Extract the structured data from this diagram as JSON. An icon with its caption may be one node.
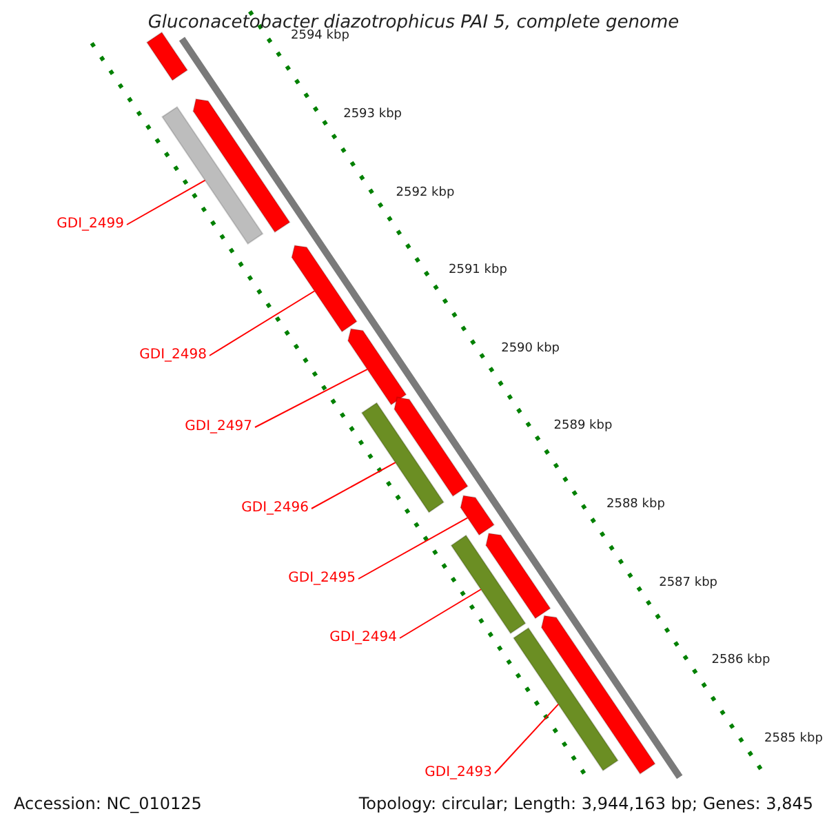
{
  "diagram": {
    "title": "Gluconacetobacter diazotrophicus PAI 5, complete genome",
    "nodes": [
      {
        "text": [],
        "shape": "bar"
      },
      {
        "text": [],
        "shape": "bar"
      },
      {
        "text": [],
        "shape": "bar"
      },
      {
        "text": [],
        "shape": "bar"
      },
      {
        "text": [],
        "shape": "bar"
      },
      {
        "text": [],
        "shape": "bar"
      },
      {
        "text": [],
        "shape": "bar"
      },
      {
        "text": [],
        "shape": "bar"
      },
      {
        "text": [],
        "shape": "bar"
      },
      {
        "text": [],
        "shape": "bar"
      },
      {
        "text": [],
        "shape": "bar"
      },
      {
        "text": [],
        "shape": "bar"
      },
      {
        "text": [
          "GDI_2499"
        ]
      },
      {
        "text": [
          "GDI_2498"
        ]
      },
      {
        "text": [
          "GDI_2497"
        ]
      },
      {
        "text": [
          "GDI_2496"
        ]
      },
      {
        "text": [
          "GDI_2495"
        ]
      },
      {
        "text": [
          "GDI_2494"
        ]
      },
      {
        "text": [
          "GDI_2493"
        ]
      }
    ],
    "edges": [
      {
        "from": 12,
        "to": 1,
        "arrow": "none"
      },
      {
        "from": 13,
        "to": 3,
        "arrow": "none"
      },
      {
        "from": 14,
        "to": 4,
        "arrow": "none"
      },
      {
        "from": 15,
        "to": 5,
        "arrow": "none"
      },
      {
        "from": 16,
        "to": 7,
        "arrow": "none"
      },
      {
        "from": 17,
        "to": 8,
        "arrow": "none"
      },
      {
        "from": 18,
        "to": 11,
        "arrow": "none"
      }
    ],
    "labels": [
      "2594 kbp",
      "2593 kbp",
      "2592 kbp",
      "2591 kbp",
      "2590 kbp",
      "2589 kbp",
      "2588 kbp",
      "2587 kbp",
      "2586 kbp",
      "2585 kbp",
      "Accession: NC_010125",
      "Topology: circular; Length: 3,944,163 bp; Genes: 3,845"
    ]
  }
}
